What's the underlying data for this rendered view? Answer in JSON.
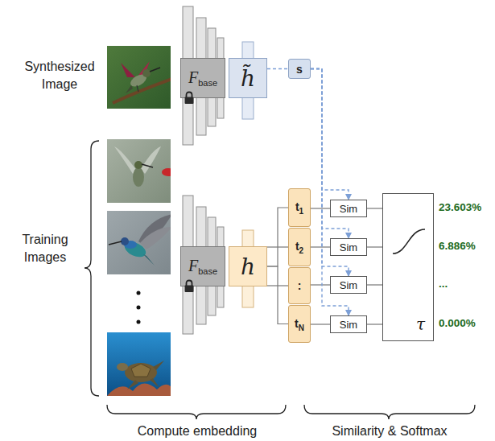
{
  "diagram": {
    "nodes": [
      {
        "text": [
          "F",
          "base"
        ]
      },
      {
        "text": [
          "h̃"
        ]
      },
      {
        "text": [
          "s"
        ]
      },
      {
        "text": [
          "F",
          "base"
        ]
      },
      {
        "text": [
          "h"
        ]
      },
      {
        "text": [
          "t",
          "1"
        ]
      },
      {
        "text": [
          "t",
          "2"
        ]
      },
      {
        "text": [
          ":"
        ]
      },
      {
        "text": [
          "t",
          "N"
        ]
      },
      {
        "text": [
          "Sim"
        ]
      },
      {
        "text": [
          "Sim"
        ]
      },
      {
        "text": [
          "Sim"
        ]
      },
      {
        "text": [
          "Sim"
        ]
      },
      {
        "text": [
          "τ"
        ]
      }
    ],
    "edges": [
      {
        "from": 1,
        "to": 2,
        "arrow": "none"
      },
      {
        "from": 4,
        "to": 5,
        "arrow": "none"
      },
      {
        "from": 4,
        "to": 6,
        "arrow": "none"
      },
      {
        "from": 4,
        "to": 7,
        "arrow": "none"
      },
      {
        "from": 4,
        "to": 8,
        "arrow": "none"
      },
      {
        "from": 5,
        "to": 9,
        "arrow": "none"
      },
      {
        "from": 6,
        "to": 10,
        "arrow": "none"
      },
      {
        "from": 7,
        "to": 11,
        "arrow": "none"
      },
      {
        "from": 8,
        "to": 12,
        "arrow": "none"
      },
      {
        "from": 9,
        "to": 13,
        "arrow": "none"
      },
      {
        "from": 10,
        "to": 13,
        "arrow": "none"
      },
      {
        "from": 11,
        "to": 13,
        "arrow": "none"
      },
      {
        "from": 12,
        "to": 13,
        "arrow": "none"
      },
      {
        "from": 2,
        "to": 9,
        "arrow": "to"
      },
      {
        "from": 2,
        "to": 10,
        "arrow": "to"
      },
      {
        "from": 2,
        "to": 11,
        "arrow": "to"
      },
      {
        "from": 2,
        "to": 12,
        "arrow": "to"
      }
    ],
    "labels": [
      "Synthesized Image",
      "Training Images",
      "23.603%",
      "6.886%",
      "...",
      "0.000%",
      "Compute embedding",
      "Similarity & Softmax"
    ]
  }
}
